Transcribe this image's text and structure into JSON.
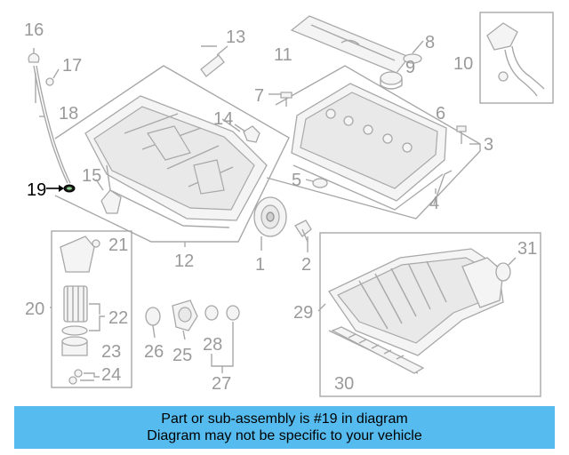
{
  "diagram": {
    "highlighted_part": "19",
    "callouts": [
      "1",
      "2",
      "3",
      "4",
      "5",
      "6",
      "7",
      "8",
      "9",
      "10",
      "11",
      "12",
      "13",
      "14",
      "15",
      "16",
      "17",
      "18",
      "19",
      "20",
      "21",
      "22",
      "23",
      "24",
      "25",
      "26",
      "27",
      "28",
      "29",
      "30",
      "31"
    ]
  },
  "footer": {
    "line1": "Part or sub-assembly is #19 in diagram",
    "line2": "Diagram may not be specific to your vehicle",
    "background": "#56bcf0"
  }
}
